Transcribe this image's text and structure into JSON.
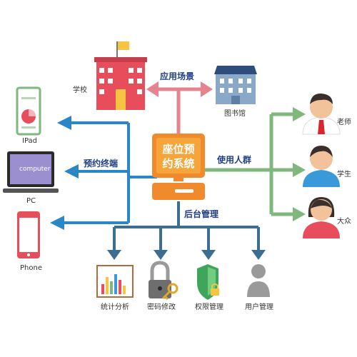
{
  "center": {
    "line1": "座位预",
    "line2": "约系统"
  },
  "edges": {
    "scenario": "应用场景",
    "terminals": "预约终端",
    "users": "使用人群",
    "backend": "后台管理"
  },
  "places": {
    "school": "学校",
    "library": "图书馆"
  },
  "devices": {
    "ipad": "IPad",
    "pc": "PC",
    "pc_screen": "computer",
    "phone": "Phone"
  },
  "people": {
    "teacher": "老师",
    "student": "学生",
    "public": "大众"
  },
  "admin": {
    "stats": "统计分析",
    "password": "密码修改",
    "permission": "权限管理",
    "user": "用户管理"
  },
  "colors": {
    "blue_arrow": "#2b86c5",
    "green_arrow": "#7fb77e",
    "steel_arrow": "#3c6e8f",
    "pink_arrow": "#e5838e",
    "center_orange": "#f08a2c",
    "center_box": "#f6a53b",
    "label_blue": "#1f3f86"
  }
}
